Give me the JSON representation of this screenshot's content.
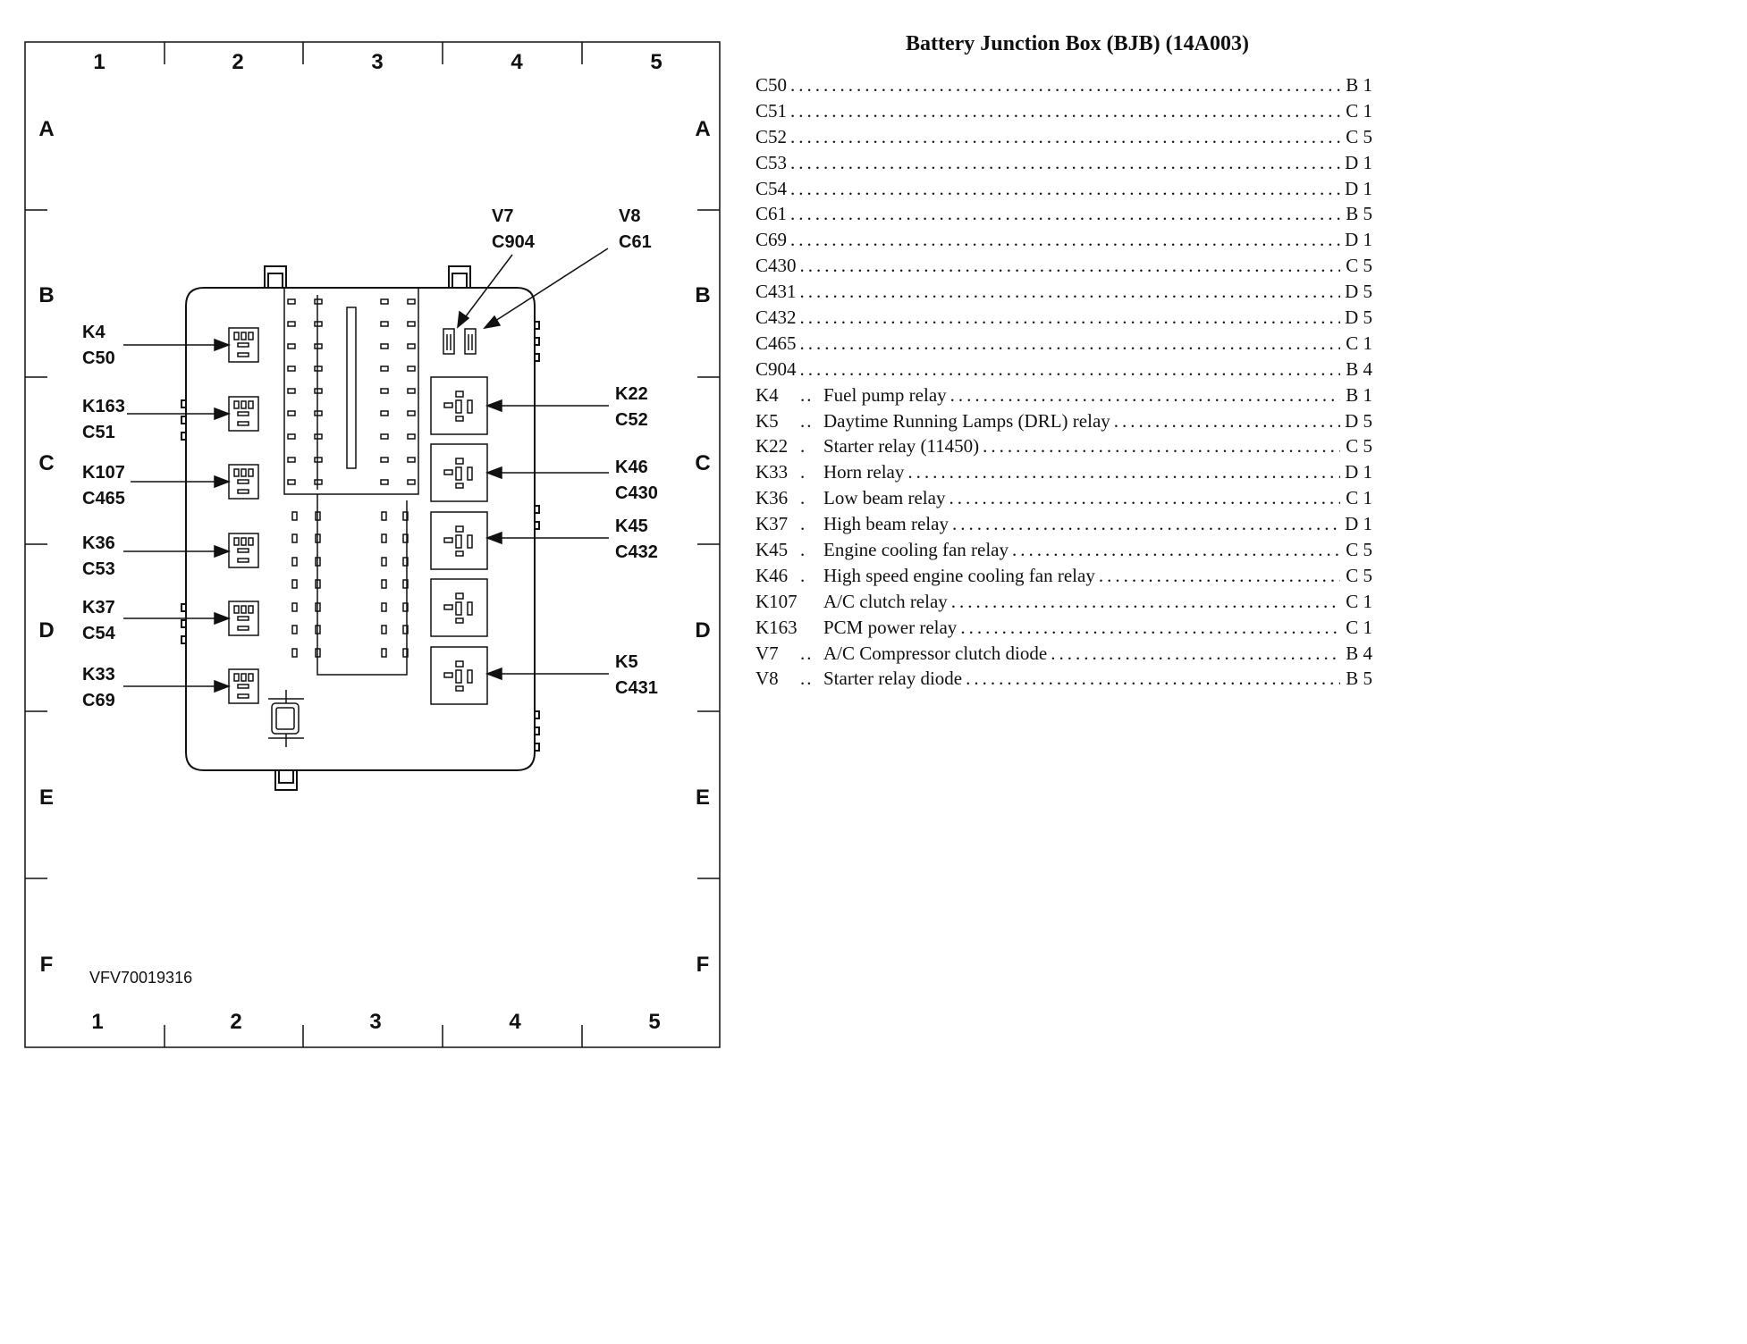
{
  "diagram": {
    "grid_columns": [
      "1",
      "2",
      "3",
      "4",
      "5"
    ],
    "grid_rows": [
      "A",
      "B",
      "C",
      "D",
      "E",
      "F"
    ],
    "figure_id": "VFV70019316",
    "callouts_left": [
      {
        "relay": "K4",
        "connector": "C50"
      },
      {
        "relay": "K163",
        "connector": "C51"
      },
      {
        "relay": "K107",
        "connector": "C465"
      },
      {
        "relay": "K36",
        "connector": "C53"
      },
      {
        "relay": "K37",
        "connector": "C54"
      },
      {
        "relay": "K33",
        "connector": "C69"
      }
    ],
    "callouts_right": [
      {
        "relay": "K22",
        "connector": "C52"
      },
      {
        "relay": "K46",
        "connector": "C430"
      },
      {
        "relay": "K45",
        "connector": "C432"
      },
      {
        "relay": "K5",
        "connector": "C431"
      }
    ],
    "callouts_top": [
      {
        "relay": "V7",
        "connector": "C904"
      },
      {
        "relay": "V8",
        "connector": "C61"
      }
    ]
  },
  "legend": {
    "title": "Battery Junction Box (BJB) (14A003)",
    "connectors": [
      {
        "id": "C50",
        "location": "B 1"
      },
      {
        "id": "C51",
        "location": "C 1"
      },
      {
        "id": "C52",
        "location": "C 5"
      },
      {
        "id": "C53",
        "location": "D 1"
      },
      {
        "id": "C54",
        "location": "D 1"
      },
      {
        "id": "C61",
        "location": "B 5"
      },
      {
        "id": "C69",
        "location": "D 1"
      },
      {
        "id": "C430",
        "location": "C 5"
      },
      {
        "id": "C431",
        "location": "D 5"
      },
      {
        "id": "C432",
        "location": "D 5"
      },
      {
        "id": "C465",
        "location": "C 1"
      },
      {
        "id": "C904",
        "location": "B 4"
      }
    ],
    "components": [
      {
        "id": "K4",
        "sep": "..",
        "desc": "Fuel pump relay",
        "location": "B 1"
      },
      {
        "id": "K5",
        "sep": "..",
        "desc": "Daytime Running Lamps (DRL) relay",
        "location": "D 5"
      },
      {
        "id": "K22",
        "sep": ".",
        "desc": "Starter relay (11450)",
        "location": "C 5"
      },
      {
        "id": "K33",
        "sep": ".",
        "desc": "Horn relay",
        "location": "D 1"
      },
      {
        "id": "K36",
        "sep": ".",
        "desc": "Low beam relay",
        "location": "C 1"
      },
      {
        "id": "K37",
        "sep": ".",
        "desc": "High beam relay",
        "location": "D 1"
      },
      {
        "id": "K45",
        "sep": ".",
        "desc": "Engine cooling fan relay",
        "location": "C 5"
      },
      {
        "id": "K46",
        "sep": ".",
        "desc": "High speed engine cooling fan relay",
        "location": "C 5"
      },
      {
        "id": "K107",
        "sep": "",
        "desc": "A/C clutch relay",
        "location": "C 1"
      },
      {
        "id": "K163",
        "sep": "",
        "desc": "PCM power relay",
        "location": "C 1"
      },
      {
        "id": "V7",
        "sep": "..",
        "desc": "A/C Compressor clutch diode",
        "location": "B 4"
      },
      {
        "id": "V8",
        "sep": "..",
        "desc": "Starter relay diode",
        "location": "B 5"
      }
    ]
  }
}
